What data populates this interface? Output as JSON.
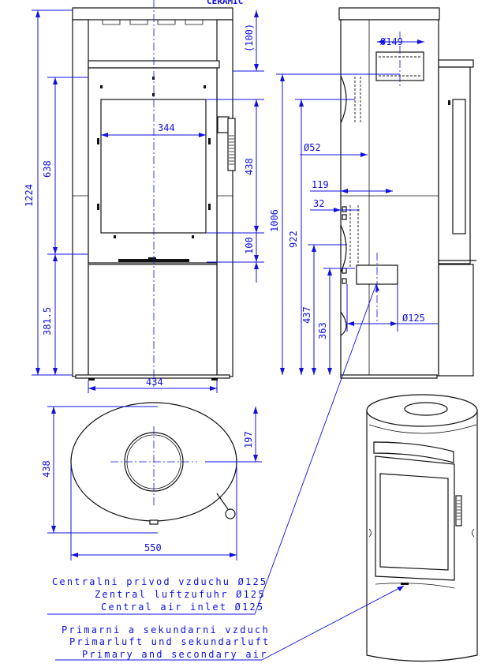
{
  "brand": "CERAMIC",
  "front_view": {
    "dims": {
      "height_total": "1224",
      "door_height": "638",
      "lower_height": "381.5",
      "glass_width": "344",
      "top_offset": "(100)",
      "glass_height": "438",
      "bottom_offset": "100",
      "base_width": "434"
    }
  },
  "side_view": {
    "dims": {
      "flue_diameter": "Ø149",
      "flue_height": "1006",
      "rear_inlet_height": "922",
      "rear_inlet_diameter": "Ø52",
      "offset_119": "119",
      "offset_32": "32",
      "air_height": "437",
      "air_low_height": "363",
      "air_diameter": "Ø125"
    }
  },
  "top_view": {
    "dims": {
      "depth": "438",
      "center_offset": "197",
      "width": "550"
    }
  },
  "notes": {
    "central_air": [
      "Centralni privod vzduchu Ø125",
      "Zentral luftzufuhr Ø125",
      "Central air inlet Ø125"
    ],
    "primary_air": [
      "Primarni a sekundarni vzduch",
      "Primarluft und sekundarluft",
      "Primary and secondary air"
    ]
  }
}
